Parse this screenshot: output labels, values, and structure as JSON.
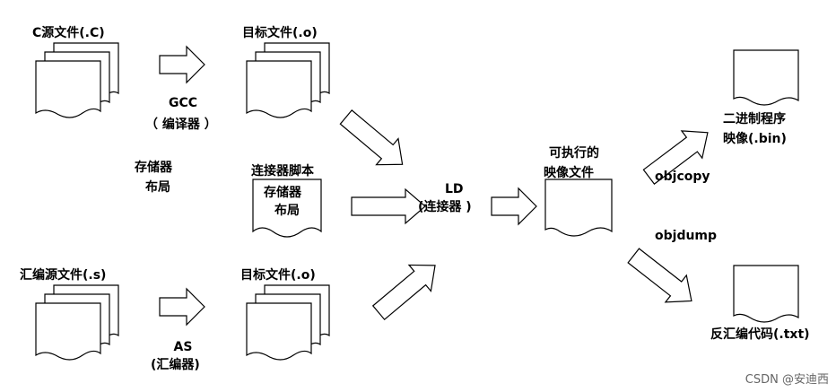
{
  "labels": {
    "c_source": "C源文件(.C)",
    "object_top": "目标文件(.o)",
    "gcc": "GCC",
    "gcc_sub": "（ 编译器 ）",
    "storage": "存储器",
    "layout": "布局",
    "linker_script": "连接器脚本",
    "script_storage": "存储器",
    "script_layout": "布局",
    "ld": "LD",
    "ld_sub": "(连接器 )",
    "exec_line1": "可执行的",
    "exec_line2": "映像文件",
    "objcopy": "objcopy",
    "objdump": "objdump",
    "binary_line1": "二进制程序",
    "binary_line2": "映像(.bin)",
    "disasm": "反汇编代码(.txt)",
    "asm_source": "汇编源文件(.s)",
    "object_bottom": "目标文件(.o)",
    "as": "AS",
    "as_sub": "(汇编器)"
  },
  "watermark": "CSDN @安迪西"
}
